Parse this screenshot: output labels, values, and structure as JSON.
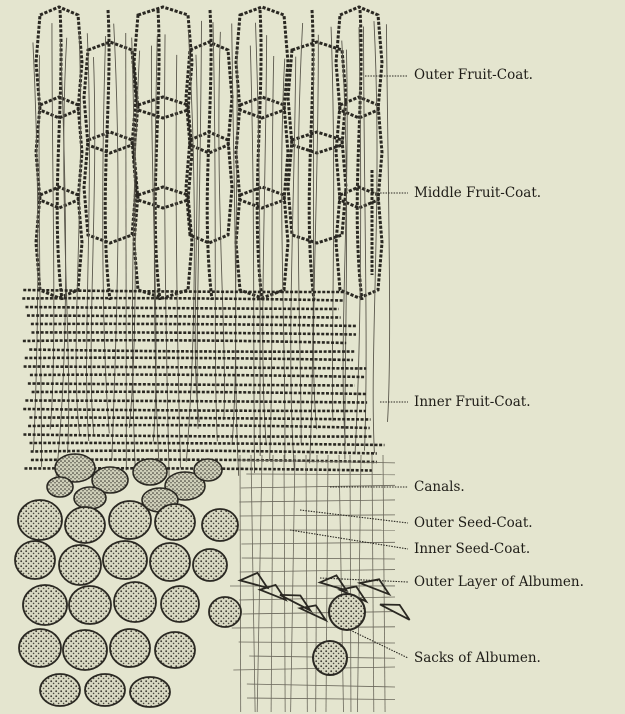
{
  "figure": {
    "labels": [
      "Outer Fruit-Coat.",
      "Middle Fruit-Coat.",
      "Inner Fruit-Coat.",
      "Canals.",
      "Outer Seed-Coat.",
      "Inner Seed-Coat.",
      "Outer Layer of Albumen.",
      "Sacks of Albumen."
    ],
    "colors": {
      "paper": "#e4e5cf",
      "ink": "#1f1d18"
    }
  }
}
